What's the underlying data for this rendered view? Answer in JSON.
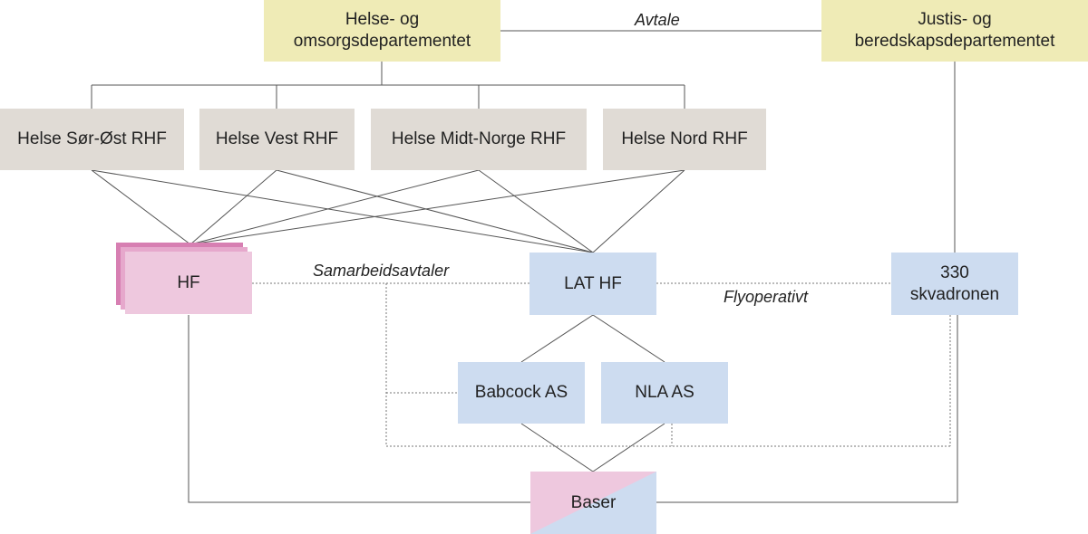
{
  "ministries": {
    "hod": [
      "Helse- og",
      "omsorgsdepartementet"
    ],
    "jd": [
      "Justis- og",
      "beredskapsdepartementet"
    ]
  },
  "rhf": [
    "Helse Sør-Øst RHF",
    "Helse Vest RHF",
    "Helse Midt-Norge RHF",
    "Helse Nord RHF"
  ],
  "hf": "HF",
  "lat_hf": "LAT HF",
  "squadron": [
    "330",
    "skvadronen"
  ],
  "operators": [
    "Babcock AS",
    "NLA AS"
  ],
  "bases": "Baser",
  "labels": {
    "agreement": "Avtale",
    "cooperation": "Samarbeidsavtaler",
    "flight_operative": "Flyoperativt"
  },
  "colors": {
    "ministry": "#efebb6",
    "rhf": "#e0dbd5",
    "blue_unit": "#cddcf0",
    "hf_pink": "#eec8de",
    "hf_shadow": "#d77fb2"
  }
}
